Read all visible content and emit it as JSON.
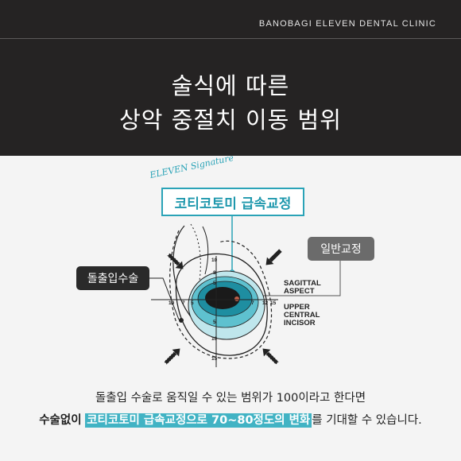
{
  "header": {
    "clinic": "BANOBAGI ELEVEN DENTAL CLINIC",
    "title_line1": "술식에 따른",
    "title_line2": "상악 중절치 이동 범위"
  },
  "diagram": {
    "signature": "ELEVEN Signature",
    "corticotomy_label": "코티코토미 급속교정",
    "general_label": "일반교정",
    "surgery_label": "돌출입수술",
    "aspect_line1": [
      "SAGITTAL",
      "ASPECT"
    ],
    "aspect_line2": [
      "UPPER",
      "CENTRAL",
      "INCISOR"
    ],
    "scale_top": [
      "10",
      "8",
      "5"
    ],
    "scale_bottom": [
      "5",
      "10",
      "15"
    ],
    "scale_left": [
      "10",
      "7",
      "5"
    ],
    "scale_right": [
      "7",
      "12",
      "15"
    ],
    "colors": {
      "teal_dark": "#1e8ea1",
      "teal_mid": "#5ec1cf",
      "teal_light": "#bfe6ec",
      "accent": "#2aa3b7"
    }
  },
  "caption": {
    "line1": "돌출입 수술로 움직일 수 있는 범위가 100이라고 한다면",
    "line2_bold": "수술없이",
    "line2_highlight": "코티코토미 급속교정으로 70~80정도의 변화",
    "line2_tail": "를 기대할 수 있습니다."
  }
}
